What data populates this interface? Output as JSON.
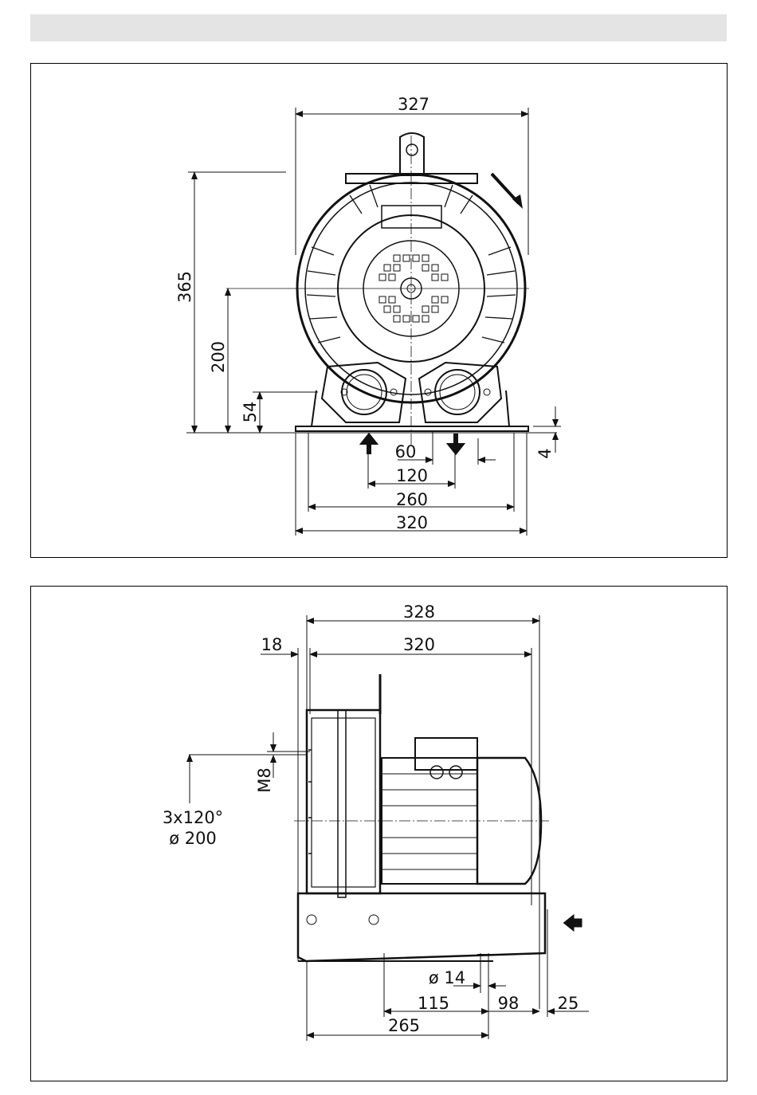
{
  "front_view": {
    "dims": {
      "width_top": "327",
      "height_total": "365",
      "height_axis": "200",
      "height_ports": "54",
      "base_thickness": "4",
      "port_offset": "60",
      "port_spacing": "120",
      "foot_spacing": "260",
      "base_width": "320"
    }
  },
  "side_view": {
    "dims": {
      "length_total": "328",
      "length_body": "320",
      "flange_offset": "18",
      "thread": "M8",
      "bolt_pattern_line1": "3x120°",
      "bolt_pattern_line2": "ø 200",
      "hole_dia": "ø 14",
      "foot_a": "115",
      "foot_b": "98",
      "overhang": "25",
      "foot_total": "265"
    }
  }
}
